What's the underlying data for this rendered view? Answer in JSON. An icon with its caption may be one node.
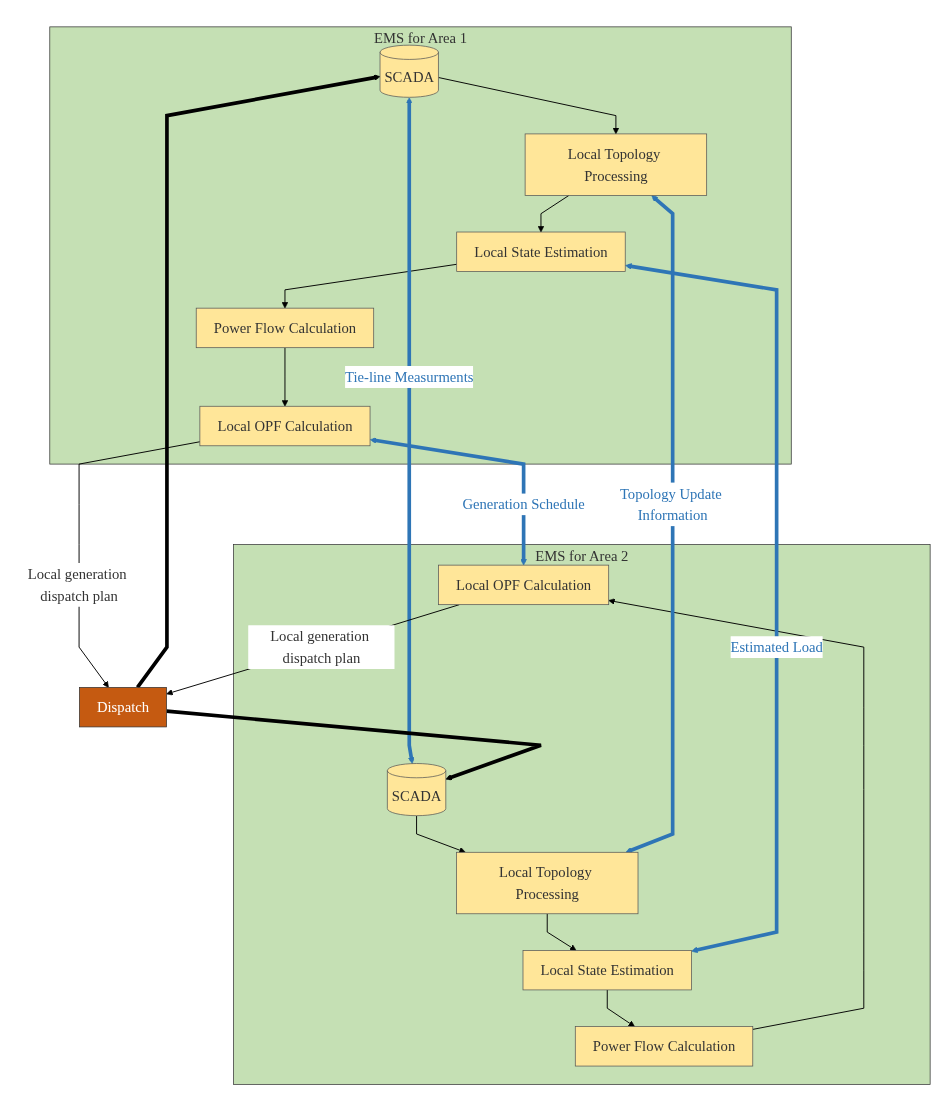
{
  "diagram": {
    "nodes": [
      {
        "text": [
          "EMS for Area 1"
        ]
      },
      {
        "text": [
          "SCADA"
        ],
        "in": 0
      },
      {
        "text": [
          "Local Topology Processing"
        ],
        "in": 0
      },
      {
        "text": [
          "Local State Estimation"
        ],
        "in": 0
      },
      {
        "text": [
          "Power Flow Calculation"
        ],
        "in": 0
      },
      {
        "text": [
          "Local OPF Calculation"
        ],
        "in": 0
      },
      {
        "text": [
          "EMS for Area 2"
        ]
      },
      {
        "text": [
          "SCADA"
        ],
        "in": 6
      },
      {
        "text": [
          "Local Topology Processing"
        ],
        "in": 6
      },
      {
        "text": [
          "Local State Estimation"
        ],
        "in": 6
      },
      {
        "text": [
          "Power Flow Calculation"
        ],
        "in": 6
      },
      {
        "text": [
          "Local OPF Calculation"
        ],
        "in": 6
      },
      {
        "text": [
          "Dispatch"
        ]
      }
    ],
    "edges": [
      {
        "from": 1,
        "to": 2,
        "arrow": "to"
      },
      {
        "from": 2,
        "to": 3,
        "arrow": "to"
      },
      {
        "from": 3,
        "to": 4,
        "arrow": "to"
      },
      {
        "from": 4,
        "to": 5,
        "arrow": "to"
      },
      {
        "from": 7,
        "to": 8,
        "arrow": "to"
      },
      {
        "from": 8,
        "to": 9,
        "arrow": "to"
      },
      {
        "from": 9,
        "to": 10,
        "arrow": "to"
      },
      {
        "from": 10,
        "to": 11,
        "arrow": "to"
      },
      {
        "from": 1,
        "to": 7,
        "arrow": "both",
        "label": "Tie-line Measurments",
        "style": "thick",
        "color": "#2e75b6"
      },
      {
        "from": 2,
        "to": 8,
        "arrow": "both",
        "label": "Topology Update Information",
        "style": "thick",
        "color": "#2e75b6"
      },
      {
        "from": 3,
        "to": 9,
        "arrow": "both",
        "label": "Estimated Load",
        "style": "thick",
        "color": "#2e75b6"
      },
      {
        "from": 5,
        "to": 11,
        "arrow": "both",
        "label": "Generation Schedule",
        "style": "thick",
        "color": "#2e75b6"
      },
      {
        "from": 5,
        "to": 12,
        "arrow": "to",
        "label": "Local generation dispatch plan"
      },
      {
        "from": 11,
        "to": 12,
        "arrow": "to",
        "label": "Local generation dispatch plan"
      },
      {
        "from": 12,
        "to": 1,
        "arrow": "to",
        "style": "thick"
      },
      {
        "from": 12,
        "to": 7,
        "arrow": "to",
        "style": "thick"
      }
    ]
  }
}
